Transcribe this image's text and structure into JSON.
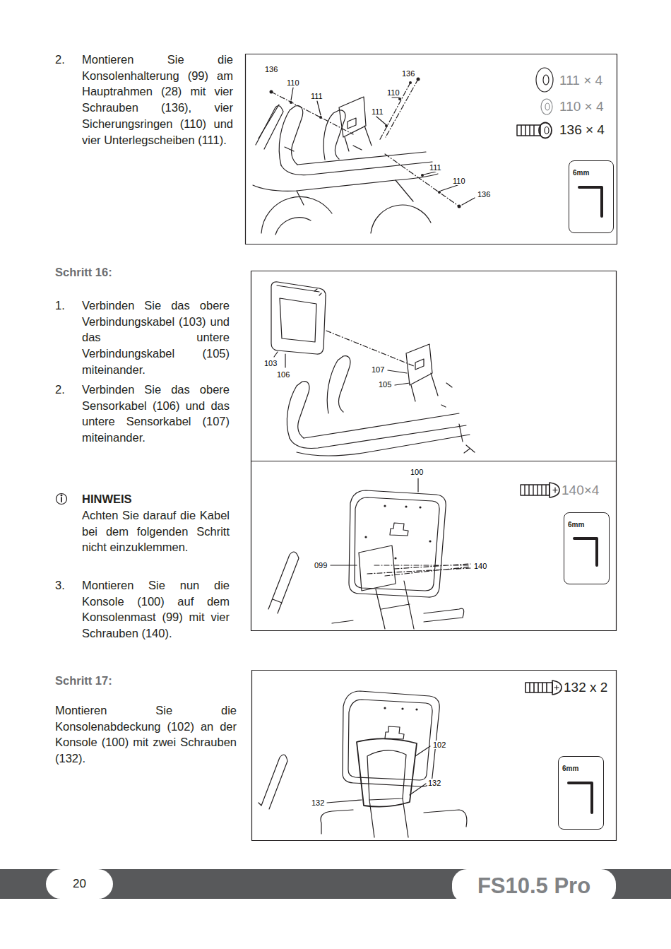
{
  "diagram": {
    "nodes": [
      {
        "text": [
          "6mm"
        ]
      },
      {
        "text": [
          "6mm"
        ]
      },
      {
        "text": [
          "6mm"
        ]
      },
      {
        "text": [
          "20"
        ]
      },
      {
        "text": [
          "FS10.5 Pro"
        ]
      }
    ],
    "labels": [
      "2.",
      "Montieren Sie die Konsolenhalterung (99) am Hauptrahmen (28) mit vier Schrauben (136), vier Sicherungsringen (110) und vier Unterlegscheiben (111).",
      "Schritt 16:",
      "1.",
      "Verbinden Sie das obere Verbindungskabel (103) und das untere Verbindungskabel (105) miteinander.",
      "2.",
      "Verbinden Sie das obere Sensorkabel (106) und das untere Sensorkabel (107) miteinander.",
      "HINWEIS",
      "Achten Sie darauf die Kabel bei dem folgenden Schritt nicht einzuklemmen.",
      "3.",
      "Montieren Sie nun die Konsole (100) auf dem Konsolenmast (99) mit vier Schrauben (140).",
      "Schritt 17:",
      "Montieren Sie die Konsolenabdeckung (102) an der Konsole (100) mit zwei Schrauben (132).",
      "136",
      "110",
      "111",
      "136",
      "110",
      "111",
      "111",
      "110",
      "136",
      "111 × 4",
      "110 × 4",
      "136 × 4",
      "103",
      "106",
      "107",
      "105",
      "100",
      "140×4",
      "099",
      "140",
      "132 x 2",
      "102",
      "132",
      "132"
    ]
  }
}
